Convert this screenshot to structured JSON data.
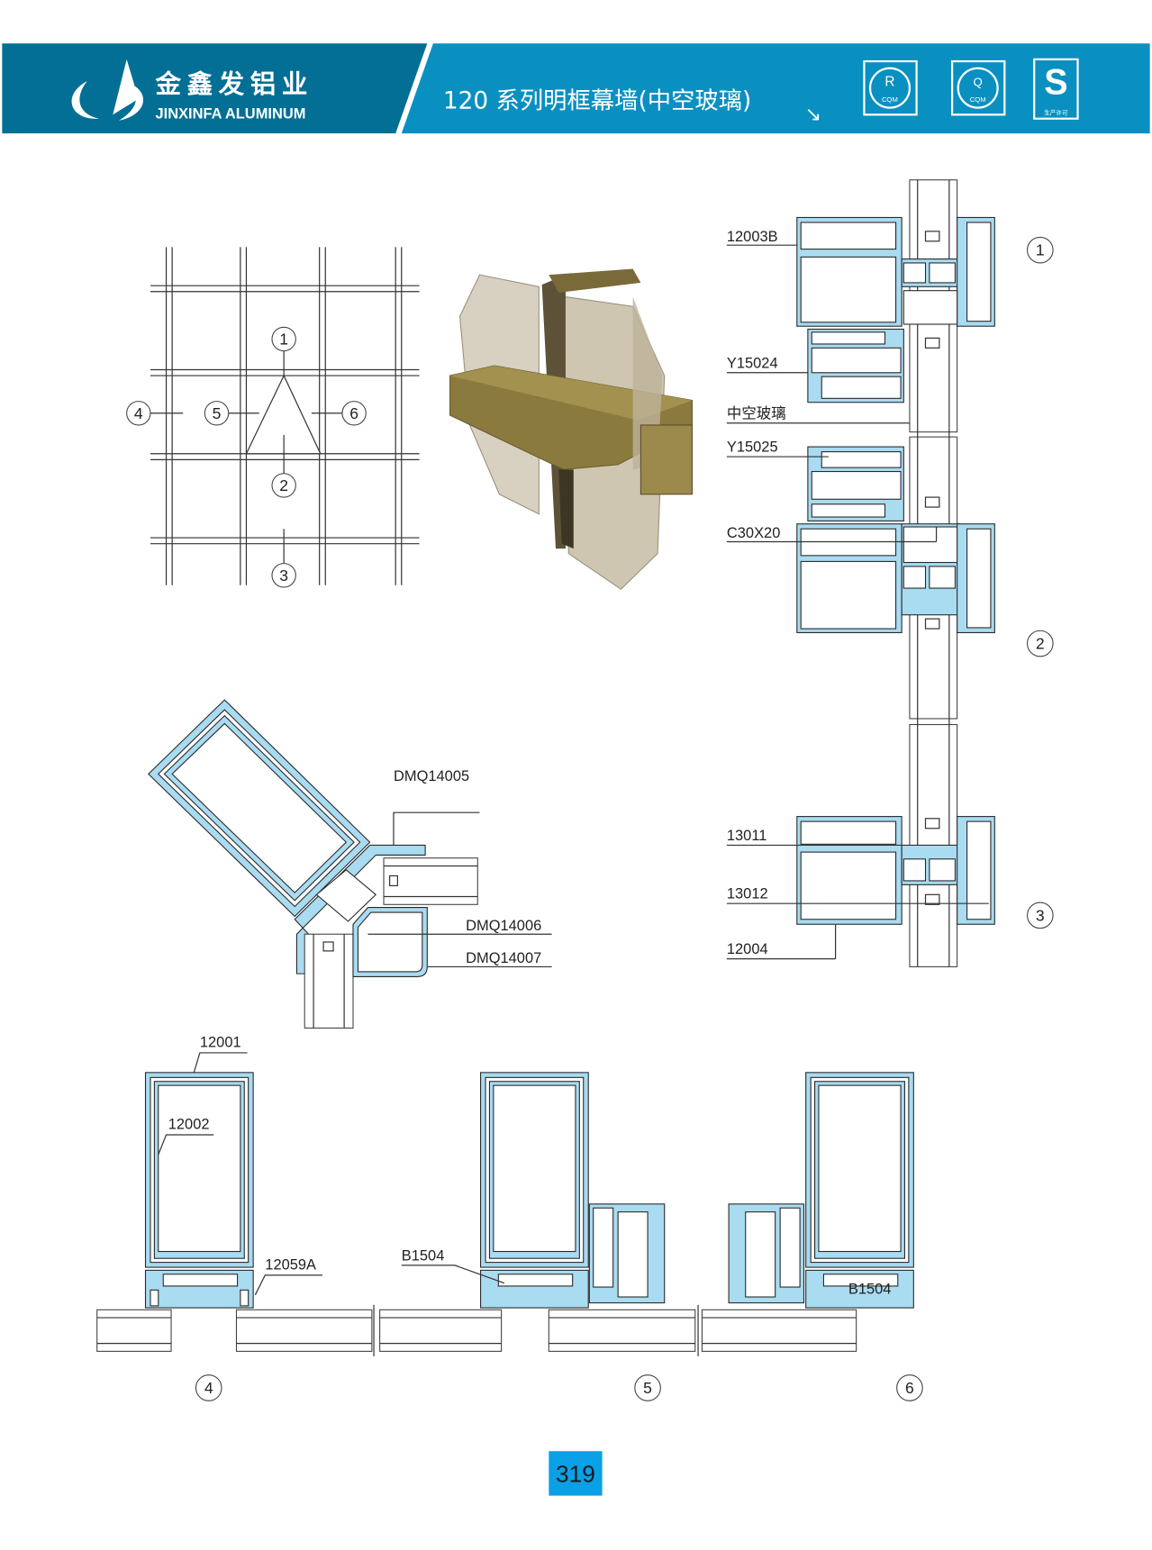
{
  "header": {
    "brand_cn": "金鑫发铝业",
    "brand_en": "JINXINFA ALUMINUM",
    "title": "120 系列明框幕墙(中空玻璃)",
    "arrow": "↘",
    "certs": [
      {
        "icon": "cqm-r-cert-icon",
        "top": "R",
        "bottom": "CQM"
      },
      {
        "icon": "cqm-q-cert-icon",
        "top": "Q",
        "bottom": "CQM"
      },
      {
        "icon": "qs-cert-icon",
        "top": "S",
        "bottom": "生产许可"
      }
    ],
    "colors": {
      "left": "#036f95",
      "right": "#0a90c0"
    }
  },
  "grid_diagram": {
    "markers": [
      "1",
      "2",
      "3",
      "4",
      "5",
      "6"
    ]
  },
  "section_right": {
    "labels": [
      "12003B",
      "Y15024",
      "中空玻璃",
      "Y15025",
      "C30X20",
      "13011",
      "13012",
      "12004"
    ],
    "markers": [
      "1",
      "2",
      "3"
    ]
  },
  "corner_section": {
    "labels": [
      "DMQ14005",
      "DMQ14006",
      "DMQ14007"
    ]
  },
  "bottom_sections": {
    "labels": [
      "12001",
      "12002",
      "12059A",
      "B1504",
      "B1504"
    ],
    "markers": [
      "4",
      "5",
      "6"
    ]
  },
  "page_number": "319",
  "colors": {
    "profile": "#a9dbf1",
    "page_badge": "#0aa0e6"
  }
}
